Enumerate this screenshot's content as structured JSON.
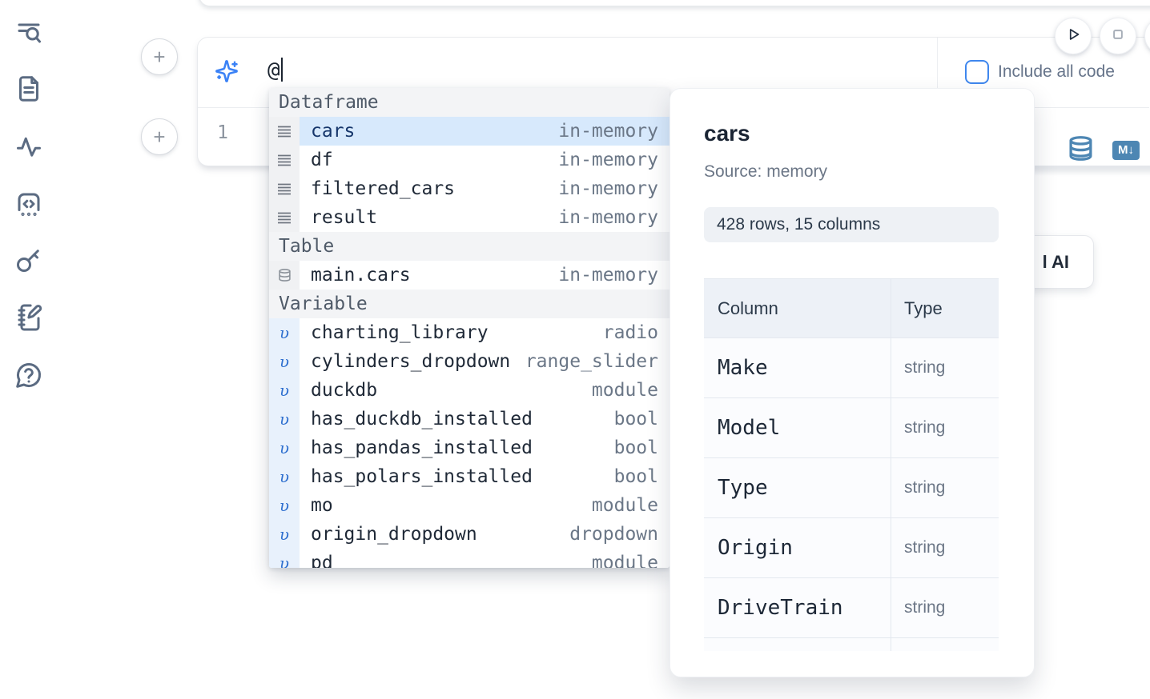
{
  "sidebar": {
    "items": [
      {
        "id": "toc-search",
        "icon": "list-search-icon"
      },
      {
        "id": "documents",
        "icon": "document-icon"
      },
      {
        "id": "variables-activity",
        "icon": "activity-icon"
      },
      {
        "id": "snippets",
        "icon": "code-box-icon"
      },
      {
        "id": "secrets",
        "icon": "key-icon"
      },
      {
        "id": "scratchpad",
        "icon": "notebook-pen-icon"
      },
      {
        "id": "help",
        "icon": "help-chat-icon"
      }
    ]
  },
  "run_controls": {
    "run_icon": "play-icon",
    "stop_icon": "stop-icon"
  },
  "cell": {
    "add_cell_top_label": "+",
    "add_cell_bottom_label": "+",
    "ai_prompt": {
      "value": "@"
    },
    "include_all_code": {
      "label": "Include all code",
      "checked": false
    },
    "editor": {
      "line_number": "1"
    },
    "actions": {
      "markdown_badge": "M↓"
    }
  },
  "autocomplete": {
    "sections": [
      {
        "label": "Dataframe",
        "items": [
          {
            "name": "cars",
            "type": "in-memory",
            "selected": true
          },
          {
            "name": "df",
            "type": "in-memory",
            "selected": false
          },
          {
            "name": "filtered_cars",
            "type": "in-memory",
            "selected": false
          },
          {
            "name": "result",
            "type": "in-memory",
            "selected": false
          }
        ]
      },
      {
        "label": "Table",
        "items": [
          {
            "name": "main.cars",
            "type": "in-memory",
            "selected": false
          }
        ]
      },
      {
        "label": "Variable",
        "items": [
          {
            "name": "charting_library",
            "type": "radio"
          },
          {
            "name": "cylinders_dropdown",
            "type": "range_slider"
          },
          {
            "name": "duckdb",
            "type": "module"
          },
          {
            "name": "has_duckdb_installed",
            "type": "bool"
          },
          {
            "name": "has_pandas_installed",
            "type": "bool"
          },
          {
            "name": "has_polars_installed",
            "type": "bool"
          },
          {
            "name": "mo",
            "type": "module"
          },
          {
            "name": "origin_dropdown",
            "type": "dropdown"
          },
          {
            "name": "pd",
            "type": "module"
          }
        ]
      }
    ]
  },
  "preview": {
    "title": "cars",
    "source": "Source: memory",
    "shape": "428 rows, 15 columns",
    "table": {
      "headers": {
        "column": "Column",
        "type": "Type"
      },
      "rows": [
        {
          "column": "Make",
          "type": "string"
        },
        {
          "column": "Model",
          "type": "string"
        },
        {
          "column": "Type",
          "type": "string"
        },
        {
          "column": "Origin",
          "type": "string"
        },
        {
          "column": "DriveTrain",
          "type": "string"
        }
      ]
    }
  },
  "ai_button": {
    "clipped_label": "l AI"
  },
  "colors": {
    "accent_blue": "#3b82f6",
    "steel_blue": "#4d86b3",
    "selected_row": "#d7e9fc",
    "sidebar_icon": "#5b6b82"
  }
}
